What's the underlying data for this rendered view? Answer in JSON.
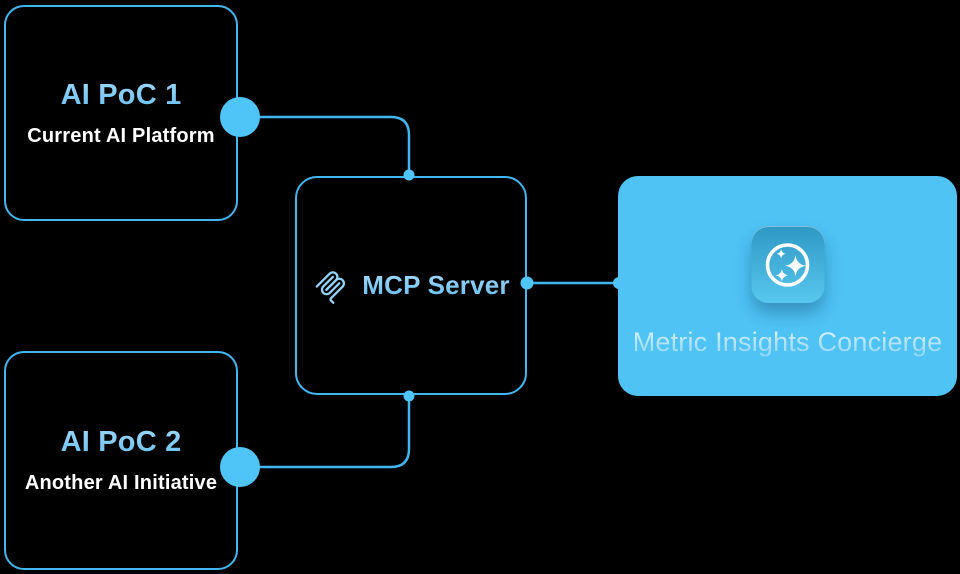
{
  "nodes": {
    "poc1": {
      "title": "AI PoC 1",
      "subtitle": "Current AI Platform"
    },
    "poc2": {
      "title": "AI PoC 2",
      "subtitle": "Another AI Initiative"
    },
    "mcp": {
      "label": "MCP Server",
      "icon": "mcp-logo-icon"
    },
    "concierge": {
      "label": "Metric Insights Concierge",
      "icon": "sparkles-icon"
    }
  },
  "colors": {
    "background": "#000000",
    "stroke": "#41b6ef",
    "dot": "#4fc5f7",
    "accent_box_fill": "#4ec3f4",
    "title_grad_top": "#9ed8f8",
    "title_grad_bottom": "#66bef0",
    "subtitle_text": "#ffffff",
    "mcp_icon": "#93d3f8",
    "label_grad_top": "#a8ddf9",
    "label_grad_bottom": "#60baee",
    "concierge_grad_top": "#e2f4fe",
    "concierge_grad_bottom": "#8cd3f7",
    "app_icon_grad_top": "#2e98c5",
    "app_icon_grad_bottom": "#58c7ee",
    "icon_glyph": "#ffffff"
  }
}
